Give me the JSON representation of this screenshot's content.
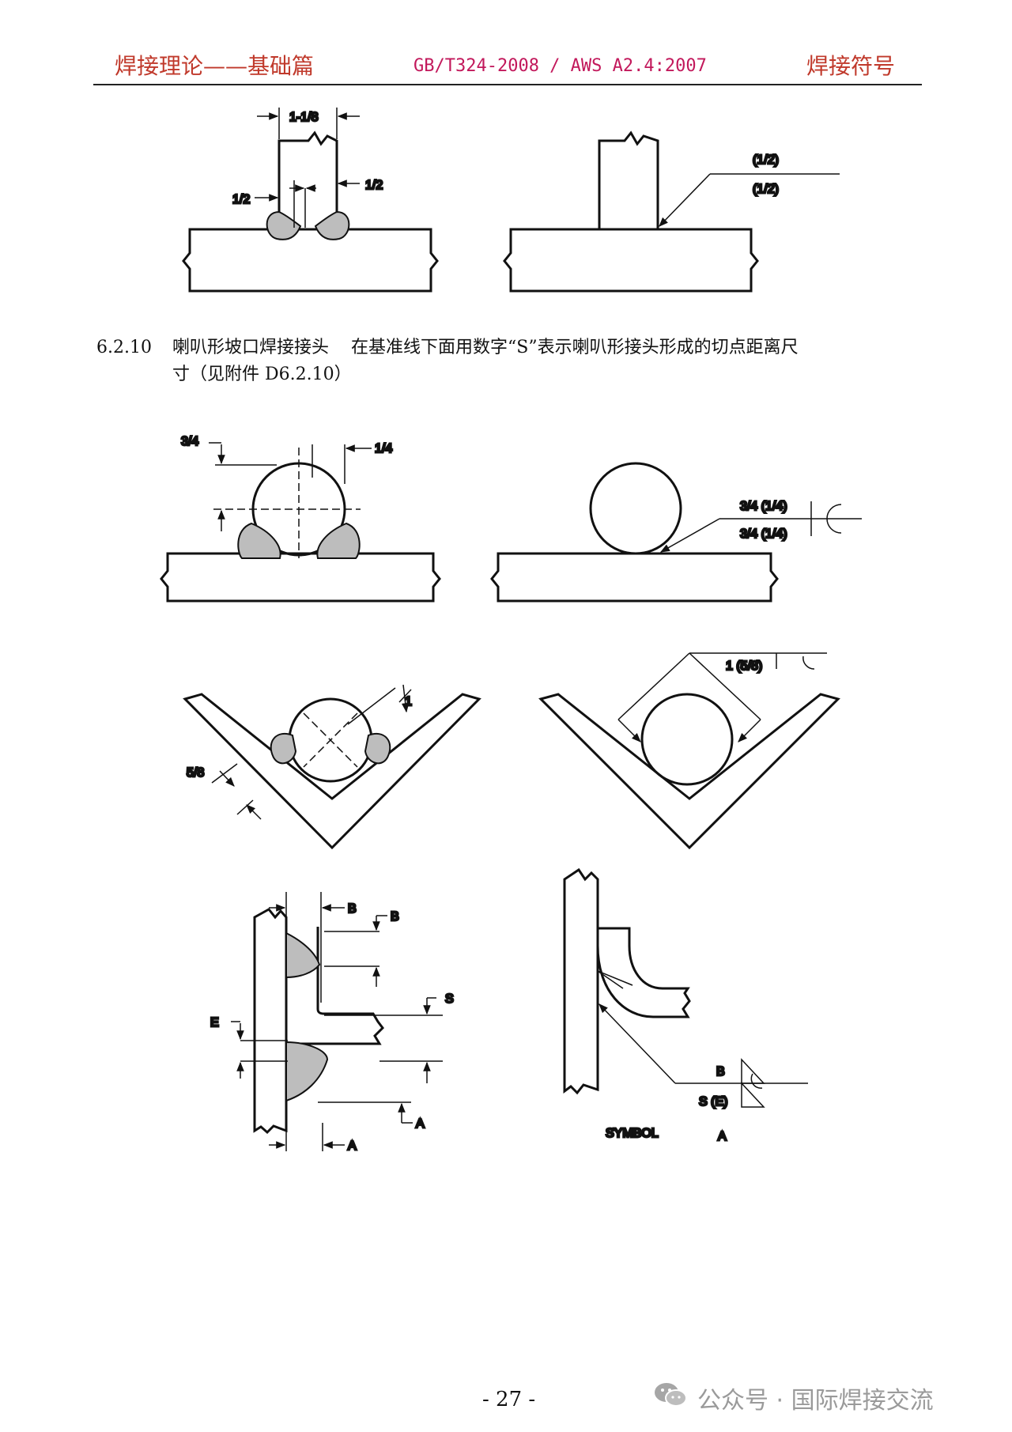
{
  "header": {
    "left": "焊接理论——基础篇",
    "center": "GB/T324-2008 / AWS A2.4:2007",
    "right": "焊接符号"
  },
  "section": {
    "number": "6.2.10",
    "title": "喇叭形坡口焊接接头",
    "line1": "在基准线下面用数字“S”表示喇叭形接头形成的切点距离尺",
    "line2": "寸（见附件 D6.2.10）"
  },
  "figures": {
    "fig1": {
      "dim_top": "1-1/8",
      "dim_left": "1/2",
      "dim_right": "1/2"
    },
    "fig2": {
      "above": "(1/2)",
      "below": "(1/2)"
    },
    "fig3": {
      "dim_left": "3/4",
      "dim_right": "1/4"
    },
    "fig4": {
      "above": "3/4 (1/4)",
      "below": "3/4 (1/4)"
    },
    "fig5": {
      "dim_side": "1",
      "dim_bottom": "5/8"
    },
    "fig6": {
      "label": "1 (5/8)"
    },
    "fig7": {
      "b1": "B",
      "b2": "B",
      "s": "S",
      "e": "E",
      "a1": "A",
      "a2": "A"
    },
    "fig8": {
      "b": "B",
      "se": "S (E)",
      "a": "A",
      "caption": "SYMBOL"
    }
  },
  "footer": {
    "page_number": "- 27 -",
    "watermark": "公众号 · 国际焊接交流",
    "logo_icon": "wechat-logo-icon"
  }
}
